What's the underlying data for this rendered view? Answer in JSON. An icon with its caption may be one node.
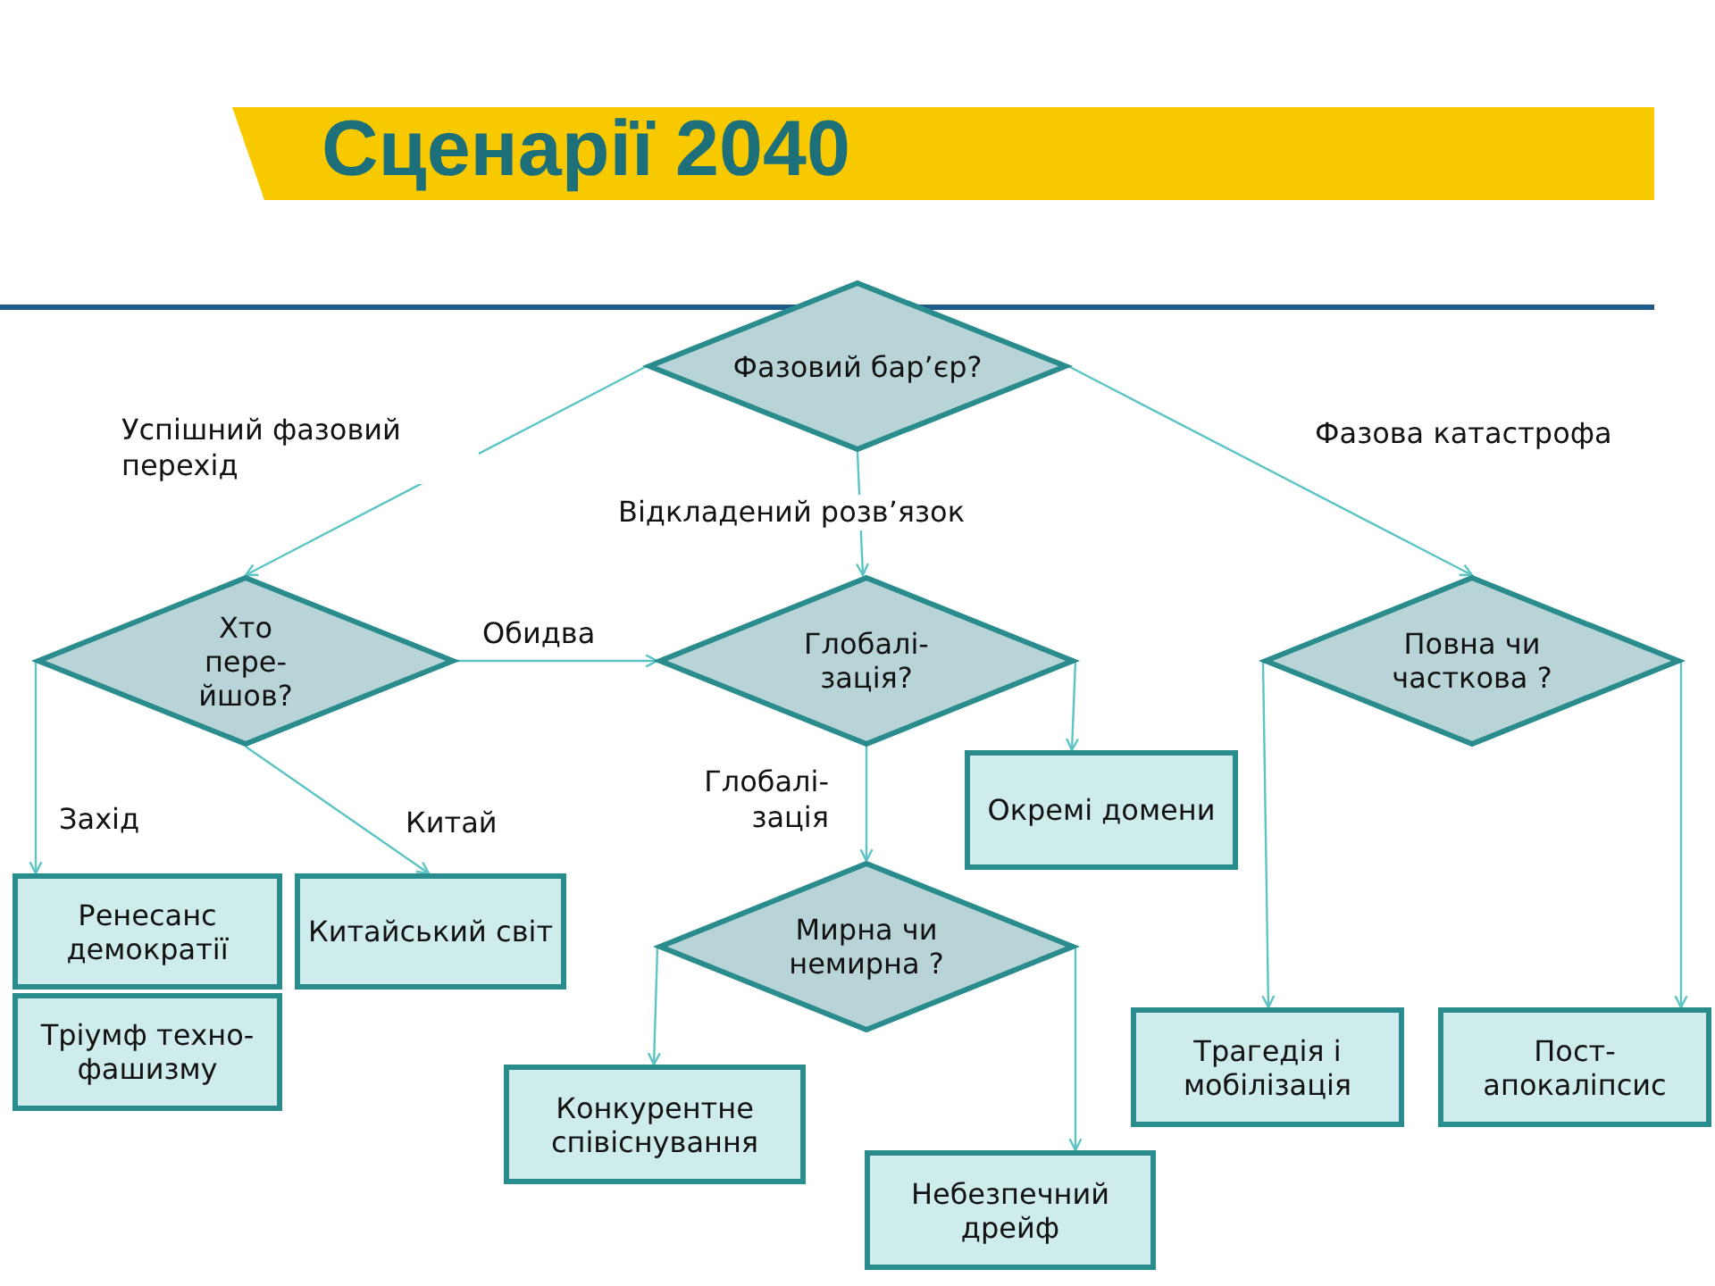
{
  "diagram": {
    "title": "Сценарії 2040",
    "nodes": [
      {
        "text": [
          "Фазовий бар’єр?"
        ]
      },
      {
        "text": [
          "Хто пере- йшов?"
        ]
      },
      {
        "text": [
          "Глобалі- зація?"
        ]
      },
      {
        "text": [
          "Повна чи часткова ?"
        ]
      },
      {
        "text": [
          "Ренесанс демократії"
        ]
      },
      {
        "text": [
          "Тріумф техно- фашизму"
        ]
      },
      {
        "text": [
          "Китайський світ"
        ]
      },
      {
        "text": [
          "Окремі домени"
        ]
      },
      {
        "text": [
          "Мирна чи немирна ?"
        ]
      },
      {
        "text": [
          "Конкурентне співіснування"
        ]
      },
      {
        "text": [
          "Небезпечний дрейф"
        ]
      },
      {
        "text": [
          "Трагедія і мобілізація"
        ]
      },
      {
        "text": [
          "Пост- апокаліпсис"
        ]
      }
    ],
    "edges": [
      {
        "from": 0,
        "to": 1,
        "arrow": "to",
        "label": "Успішний фазовий перехід"
      },
      {
        "from": 0,
        "to": 2,
        "arrow": "to",
        "label": "Відкладений розв’язок"
      },
      {
        "from": 0,
        "to": 3,
        "arrow": "to",
        "label": "Фазова катастрофа"
      },
      {
        "from": 1,
        "to": 2,
        "arrow": "to",
        "label": "Обидва"
      },
      {
        "from": 1,
        "to": 4,
        "arrow": "to",
        "label": "Захід"
      },
      {
        "from": 1,
        "to": 6,
        "arrow": "to",
        "label": "Китай"
      },
      {
        "from": 2,
        "to": 7,
        "arrow": "to"
      },
      {
        "from": 2,
        "to": 8,
        "arrow": "to",
        "label": "Глобалі- зація"
      },
      {
        "from": 8,
        "to": 9,
        "arrow": "to"
      },
      {
        "from": 8,
        "to": 10,
        "arrow": "to"
      },
      {
        "from": 3,
        "to": 11,
        "arrow": "to"
      },
      {
        "from": 3,
        "to": 12,
        "arrow": "to"
      }
    ]
  }
}
